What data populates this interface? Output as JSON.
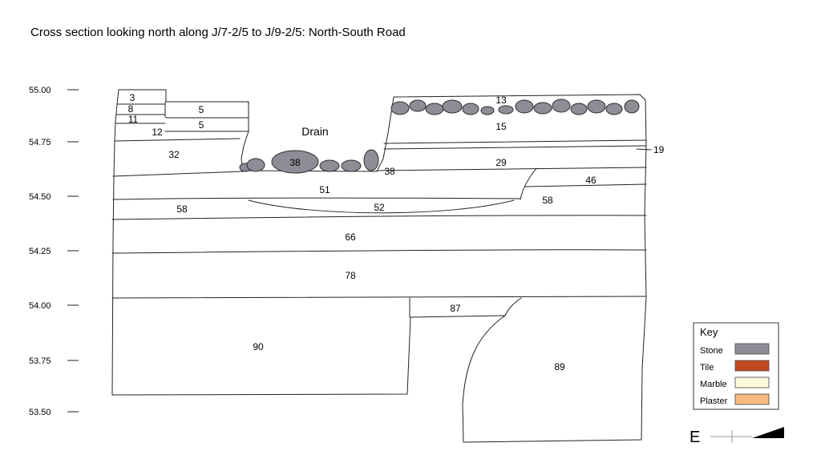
{
  "title": "Cross section looking north along J/7-2/5 to J/9-2/5: North-South Road",
  "axis": {
    "unit_labels": [
      "55.00",
      "54.75",
      "54.50",
      "54.25",
      "54.00",
      "53.75",
      "53.50"
    ]
  },
  "layers": {
    "3": "3",
    "5": "5",
    "8": "8",
    "11": "11",
    "12": "12",
    "13": "13",
    "15": "15",
    "19": "19",
    "29": "29",
    "32": "32",
    "38": "38",
    "46": "46",
    "51": "51",
    "52": "52",
    "58": "58",
    "66": "66",
    "78": "78",
    "87": "87",
    "89": "89",
    "90": "90"
  },
  "annotations": {
    "drain": "Drain"
  },
  "key": {
    "title": "Key",
    "items": [
      {
        "label": "Stone",
        "color": "#8d8d95"
      },
      {
        "label": "Tile",
        "color": "#c04a20"
      },
      {
        "label": "Marble",
        "color": "#fbfada"
      },
      {
        "label": "Plaster",
        "color": "#f7ba80"
      }
    ]
  },
  "compass": {
    "east_label": "E"
  }
}
